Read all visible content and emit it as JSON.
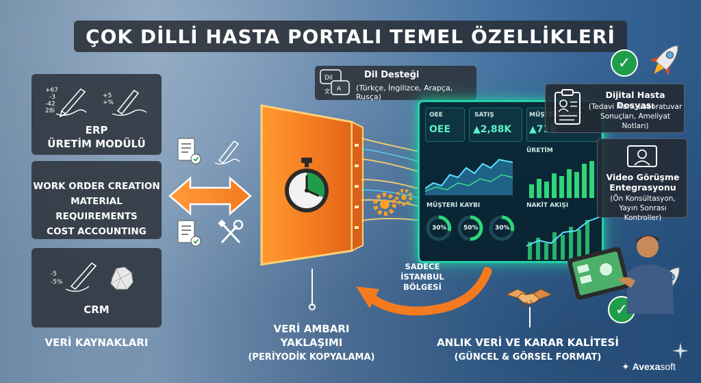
{
  "title": "ÇOK DİLLİ HASTA PORTALI TEMEL ÖZELLİKLERİ",
  "sources": {
    "erp_title": "ERP",
    "erp_subtitle": "ÜRETİM MODÜLÜ",
    "wo_lines": [
      "WORK ORDER CREATION",
      "MATERIAL REQUIREMENTS",
      "COST ACCOUNTING"
    ],
    "crm_title": "CRM",
    "footer": "VERİ KAYNAKLARI",
    "erp_notes": [
      "+67",
      "-3",
      "-42",
      "28i",
      "+5",
      "+%"
    ],
    "crm_notes": [
      "-5",
      "-5%"
    ]
  },
  "language": {
    "icon_text_1": "Dil",
    "icon_text_2": "A",
    "icon_text_3": "文",
    "title": "Dil Desteği",
    "subtitle": "(Türkçe, İngilizce, Arapça, Rusça)"
  },
  "warehouse": {
    "title": "VERİ AMBARI",
    "subtitle": "YAKLAŞIMI",
    "note": "(PERİYODİK KOPYALAMA)"
  },
  "dashboard": {
    "kpi1_label": "OEE",
    "kpi1_value": "OEE",
    "kpi2_label": "SATIŞ",
    "kpi2_value": "▲2,88K",
    "kpi3_label": "MÜŞTERİ KAYIT",
    "kpi3_value": "▲719",
    "uretim_label": "ÜRETİM",
    "musteri_kaybi_label": "MÜŞTERİ KAYBI",
    "nakit_akisi_label": "NAKİT AKIŞI",
    "gauges": [
      "30%",
      "50%",
      "30%"
    ]
  },
  "region_label_1": "SADECE",
  "region_label_2": "İSTANBUL BÖLGESİ",
  "right": {
    "patient_file_title": "Dijital Hasta Dosyası",
    "patient_file_sub": "(Tedavi Planı, Laboratuvar Sonuçları, Ameliyat Notları)",
    "video_title": "Video Görüşme Entegrasyonu",
    "video_sub": "(Ön Konsültasyon, Yayın Sonrası Kontroller)",
    "footer_title": "ANLIK VERİ VE KARAR KALİTESİ",
    "footer_sub": "(GÜNCEL & GÖRSEL FORMAT)"
  },
  "logo": {
    "bold": "Avexa",
    "rest": "soft"
  },
  "colors": {
    "orange": "#f47a20",
    "orange_light": "#ff9a3c",
    "teal": "#22d3a8",
    "green_check": "#1f9d4a",
    "panel": "#2d343c"
  },
  "icons": [
    "pencil-writing-icon",
    "document-check-icon",
    "wrench-screwdriver-icon",
    "crumpled-paper-icon",
    "stopwatch-icon",
    "gears-icon",
    "handshake-icon",
    "rocket-icon",
    "checkmark-icon",
    "patient-file-icon",
    "video-call-icon",
    "tablet-user-icon",
    "language-chat-icon"
  ]
}
